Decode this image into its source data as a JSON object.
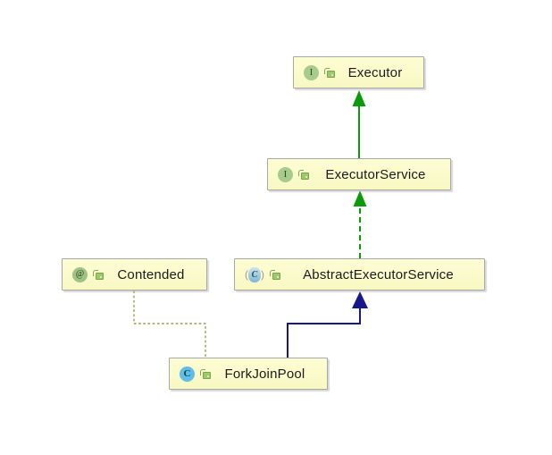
{
  "diagram": {
    "kind": "uml-class-hierarchy",
    "background_color": "#ffffff",
    "node_fill_color": "#fbfbc9",
    "node_border_color": "#a8a8a8",
    "nodes": [
      {
        "id": "executor",
        "label": "Executor",
        "element_type": "interface",
        "icon": "interface-icon",
        "icon_glyph": "I",
        "locked": true
      },
      {
        "id": "executor-service",
        "label": "ExecutorService",
        "element_type": "interface",
        "icon": "interface-icon",
        "icon_glyph": "I",
        "locked": true
      },
      {
        "id": "abstract-executor-service",
        "label": "AbstractExecutorService",
        "element_type": "abstract-class",
        "icon": "abstract-class-icon",
        "icon_glyph": "C",
        "paren_open": "(",
        "paren_close": ")",
        "locked": true
      },
      {
        "id": "contended",
        "label": "Contended",
        "element_type": "annotation",
        "icon": "annotation-icon",
        "icon_glyph": "@",
        "locked": true
      },
      {
        "id": "fork-join-pool",
        "label": "ForkJoinPool",
        "element_type": "class",
        "icon": "class-icon",
        "icon_glyph": "C",
        "locked": true
      }
    ],
    "edges": [
      {
        "from": "ExecutorService",
        "to": "Executor",
        "relation": "extends",
        "line_style": "solid",
        "arrowhead": "filled-triangle",
        "color": "#0a9a0a"
      },
      {
        "from": "AbstractExecutorService",
        "to": "ExecutorService",
        "relation": "implements",
        "line_style": "dashed",
        "arrowhead": "filled-triangle",
        "color": "#0a9a0a"
      },
      {
        "from": "ForkJoinPool",
        "to": "AbstractExecutorService",
        "relation": "extends",
        "line_style": "solid",
        "arrowhead": "filled-triangle",
        "color": "#17178c"
      },
      {
        "from": "ForkJoinPool",
        "to": "Contended",
        "relation": "annotated-with",
        "line_style": "dotted",
        "arrowhead": "none",
        "color": "#9b9b4d"
      }
    ]
  }
}
